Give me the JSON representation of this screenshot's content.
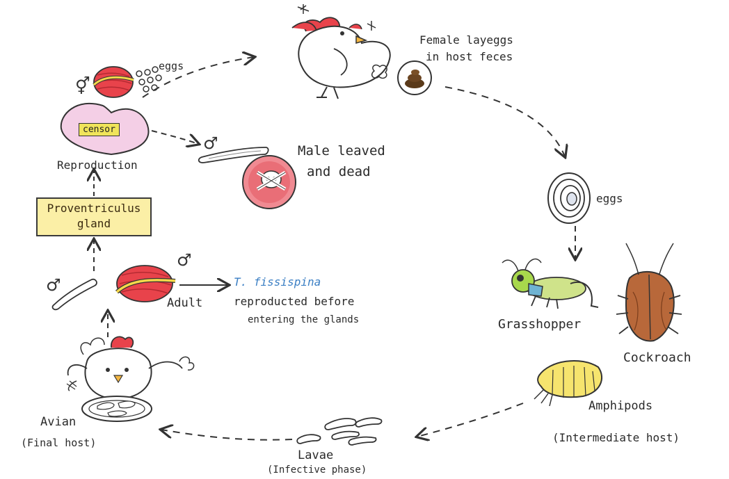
{
  "labels": {
    "female_lays": [
      "Female layeggs",
      "in host feces"
    ],
    "eggs_top": "eggs",
    "censor": "censor",
    "reproduction": "Reproduction",
    "male_left": [
      "Male leaved",
      "and dead"
    ],
    "eggs_right": "eggs",
    "proventriculus": [
      "Proventriculus",
      "gland"
    ],
    "adult": "Adult",
    "species_name": "T. fissispina",
    "species_note": [
      "reproducted before",
      "entering the glands"
    ],
    "grasshopper": "Grasshopper",
    "cockroach": "Cockroach",
    "amphipods": "Amphipods",
    "intermediate_host": "(Intermediate host)",
    "avian": "Avian",
    "final_host": "(Final host)",
    "larvae": "Lavae",
    "infective_phase": "(Infective phase)"
  },
  "symbols": {
    "female": "⚥",
    "male": "♂"
  },
  "colors": {
    "worm_red": "#e8434b",
    "worm_band": "#f5d84a",
    "heart_fill": "#f4cfe6",
    "gland_fill": "#fbefa6",
    "species_blue": "#3b7fc4",
    "grasshopper_green": "#cfe38a",
    "cockroach_brown": "#b8683a",
    "amphipod_yellow": "#f6e46e"
  }
}
